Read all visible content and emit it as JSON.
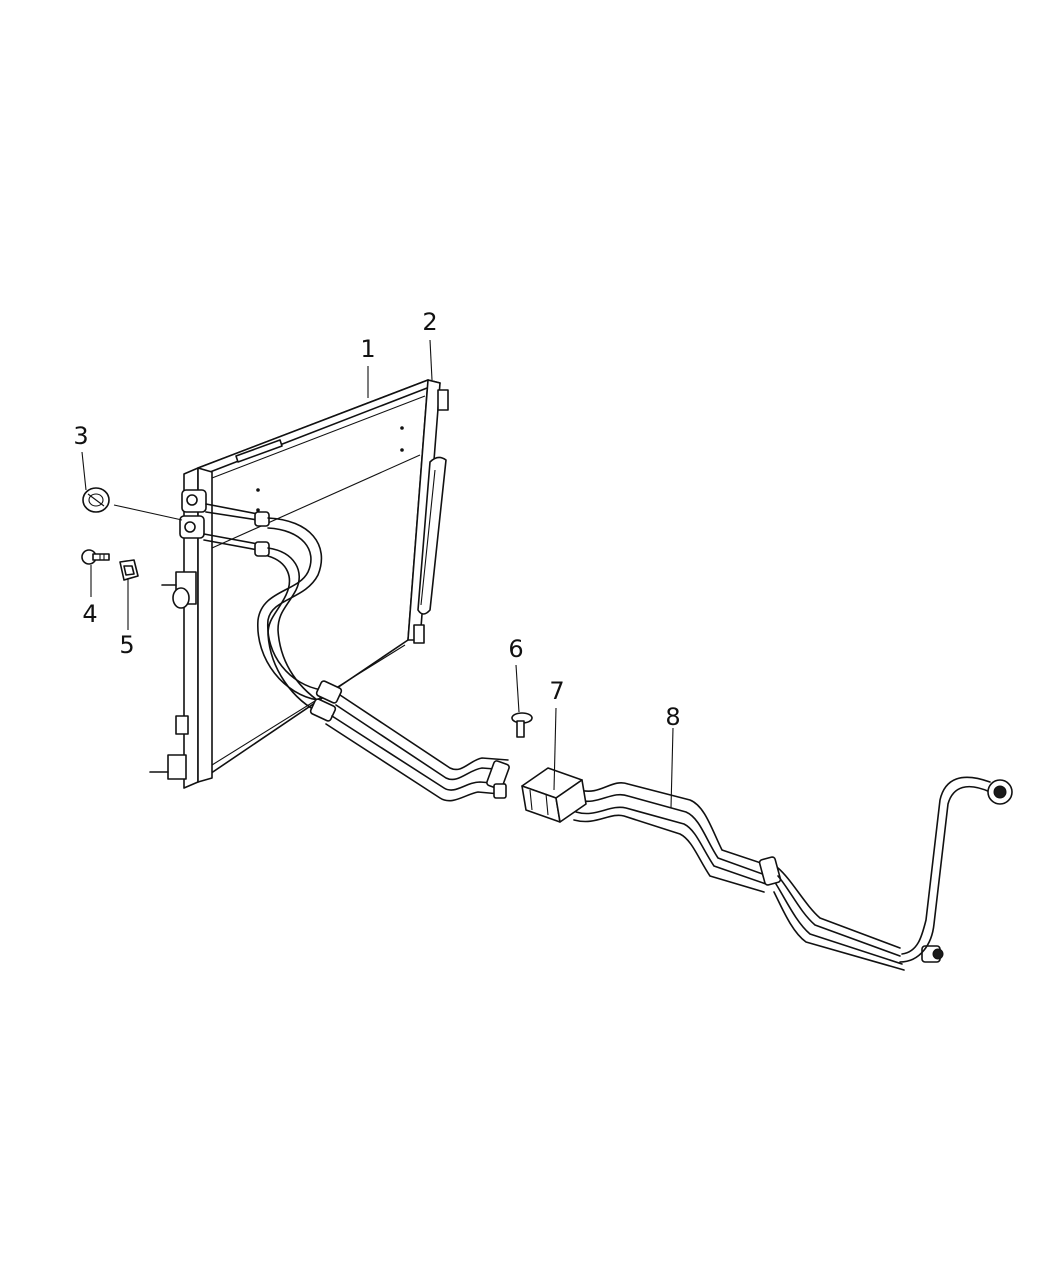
{
  "callouts": [
    {
      "id": "1",
      "label": "1"
    },
    {
      "id": "2",
      "label": "2"
    },
    {
      "id": "3",
      "label": "3"
    },
    {
      "id": "4",
      "label": "4"
    },
    {
      "id": "5",
      "label": "5"
    },
    {
      "id": "6",
      "label": "6"
    },
    {
      "id": "7",
      "label": "7"
    },
    {
      "id": "8",
      "label": "8"
    }
  ],
  "icons": {
    "condenser": "condenser-icon",
    "seal": "seal-icon",
    "bolt": "bolt-icon",
    "nut": "nut-icon",
    "screw": "screw-icon",
    "block": "block-icon",
    "line_assembly": "line-assembly-icon"
  },
  "colors": {
    "ink": "#111111",
    "paper": "#ffffff"
  }
}
